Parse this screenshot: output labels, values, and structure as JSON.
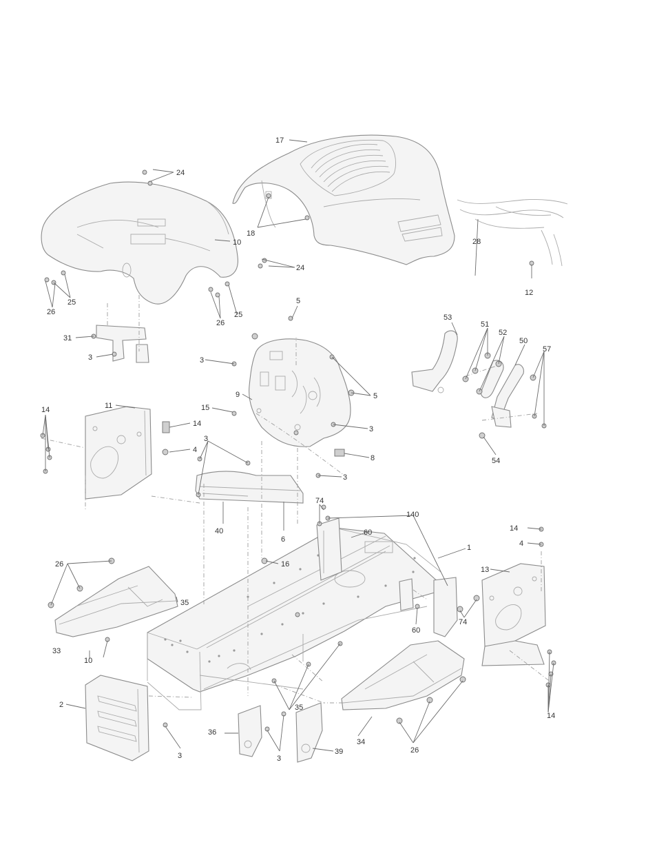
{
  "diagram": {
    "callouts": [
      {
        "id": "c17",
        "text": "17"
      },
      {
        "id": "c24a",
        "text": "24"
      },
      {
        "id": "c18",
        "text": "18"
      },
      {
        "id": "c10",
        "text": "10"
      },
      {
        "id": "c28",
        "text": "28"
      },
      {
        "id": "c24b",
        "text": "24"
      },
      {
        "id": "c25a",
        "text": "25"
      },
      {
        "id": "c26a",
        "text": "26"
      },
      {
        "id": "c26b",
        "text": "26"
      },
      {
        "id": "c25b",
        "text": "25"
      },
      {
        "id": "c12",
        "text": "12"
      },
      {
        "id": "c5a",
        "text": "5"
      },
      {
        "id": "c53",
        "text": "53"
      },
      {
        "id": "c51",
        "text": "51"
      },
      {
        "id": "c52",
        "text": "52"
      },
      {
        "id": "c50",
        "text": "50"
      },
      {
        "id": "c57",
        "text": "57"
      },
      {
        "id": "c31",
        "text": "31"
      },
      {
        "id": "c3a",
        "text": "3"
      },
      {
        "id": "c3b",
        "text": "3"
      },
      {
        "id": "c9",
        "text": "9"
      },
      {
        "id": "c5b",
        "text": "5"
      },
      {
        "id": "c11",
        "text": "11"
      },
      {
        "id": "c14a",
        "text": "14"
      },
      {
        "id": "c15",
        "text": "15"
      },
      {
        "id": "c14b",
        "text": "14"
      },
      {
        "id": "c3c",
        "text": "3"
      },
      {
        "id": "c4a",
        "text": "4"
      },
      {
        "id": "c54",
        "text": "54"
      },
      {
        "id": "c3d",
        "text": "3"
      },
      {
        "id": "c8",
        "text": "8"
      },
      {
        "id": "c3e",
        "text": "3"
      },
      {
        "id": "c40",
        "text": "40"
      },
      {
        "id": "c6",
        "text": "6"
      },
      {
        "id": "c74a",
        "text": "74"
      },
      {
        "id": "c140",
        "text": "140"
      },
      {
        "id": "c60a",
        "text": "60"
      },
      {
        "id": "c14c",
        "text": "14"
      },
      {
        "id": "c4b",
        "text": "4"
      },
      {
        "id": "c1",
        "text": "1"
      },
      {
        "id": "c13",
        "text": "13"
      },
      {
        "id": "c26c",
        "text": "26"
      },
      {
        "id": "c16",
        "text": "16"
      },
      {
        "id": "c35a",
        "text": "35"
      },
      {
        "id": "c60b",
        "text": "60"
      },
      {
        "id": "c74b",
        "text": "74"
      },
      {
        "id": "c33",
        "text": "33"
      },
      {
        "id": "c10b",
        "text": "10"
      },
      {
        "id": "c2",
        "text": "2"
      },
      {
        "id": "c35b",
        "text": "35"
      },
      {
        "id": "c14d",
        "text": "14"
      },
      {
        "id": "c36",
        "text": "36"
      },
      {
        "id": "c39",
        "text": "39"
      },
      {
        "id": "c34",
        "text": "34"
      },
      {
        "id": "c3f",
        "text": "3"
      },
      {
        "id": "c3g",
        "text": "3"
      },
      {
        "id": "c26d",
        "text": "26"
      }
    ]
  }
}
